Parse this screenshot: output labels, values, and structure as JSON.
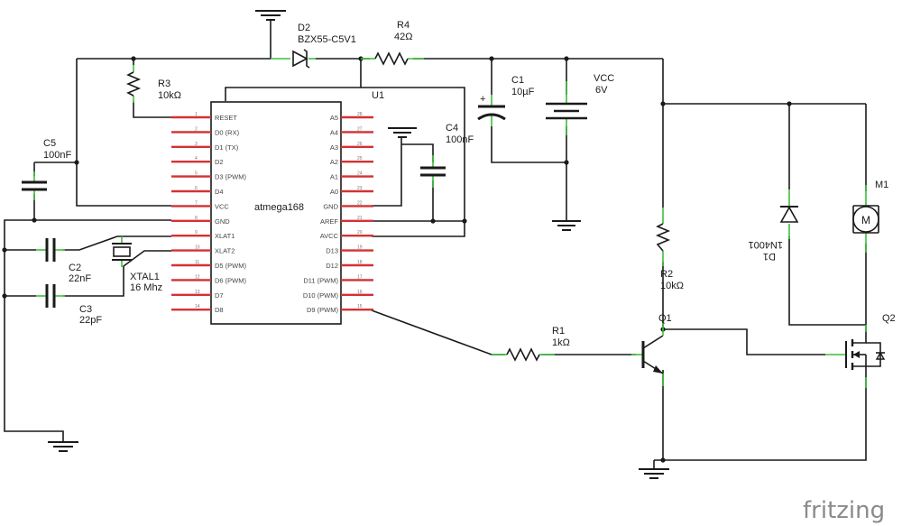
{
  "colors": {
    "wire": "#1a1a1a",
    "lead": "#3cbf3c",
    "pin": "#d23232",
    "logo": "#8a8a8a"
  },
  "components": {
    "d2": {
      "ref": "D2",
      "value": "BZX55-C5V1"
    },
    "r4": {
      "ref": "R4",
      "value": "42Ω"
    },
    "r3": {
      "ref": "R3",
      "value": "10kΩ"
    },
    "u1": {
      "ref": "U1",
      "value": "atmega168"
    },
    "c1": {
      "ref": "C1",
      "value": "10µF"
    },
    "vcc": {
      "ref": "VCC",
      "value": "6V"
    },
    "c4": {
      "ref": "C4",
      "value": "100nF"
    },
    "c5": {
      "ref": "C5",
      "value": "100nF"
    },
    "c2": {
      "ref": "C2",
      "value": "22nF"
    },
    "c3": {
      "ref": "C3",
      "value": "22pF"
    },
    "xtal1": {
      "ref": "XTAL1",
      "value": "16 Mhz"
    },
    "r1": {
      "ref": "R1",
      "value": "1kΩ"
    },
    "r2": {
      "ref": "R2",
      "value": "10kΩ"
    },
    "q1": {
      "ref": "Q1"
    },
    "q2": {
      "ref": "Q2"
    },
    "m1": {
      "ref": "M1",
      "symbol": "M"
    },
    "d1": {
      "ref": "D1",
      "value": "1N4001"
    }
  },
  "chip": {
    "left_pins": [
      {
        "num": "1",
        "name": "RESET"
      },
      {
        "num": "2",
        "name": "D0 (RX)"
      },
      {
        "num": "3",
        "name": "D1 (TX)"
      },
      {
        "num": "4",
        "name": "D2"
      },
      {
        "num": "5",
        "name": "D3 (PWM)"
      },
      {
        "num": "6",
        "name": "D4"
      },
      {
        "num": "7",
        "name": "VCC"
      },
      {
        "num": "8",
        "name": "GND"
      },
      {
        "num": "9",
        "name": "XLAT1"
      },
      {
        "num": "10",
        "name": "XLAT2"
      },
      {
        "num": "11",
        "name": "D5 (PWM)"
      },
      {
        "num": "12",
        "name": "D6 (PWM)"
      },
      {
        "num": "13",
        "name": "D7"
      },
      {
        "num": "14",
        "name": "D8"
      }
    ],
    "right_pins": [
      {
        "num": "28",
        "name": "A5"
      },
      {
        "num": "27",
        "name": "A4"
      },
      {
        "num": "26",
        "name": "A3"
      },
      {
        "num": "25",
        "name": "A2"
      },
      {
        "num": "24",
        "name": "A1"
      },
      {
        "num": "23",
        "name": "A0"
      },
      {
        "num": "22",
        "name": "GND"
      },
      {
        "num": "21",
        "name": "AREF"
      },
      {
        "num": "20",
        "name": "AVCC"
      },
      {
        "num": "19",
        "name": "D13"
      },
      {
        "num": "18",
        "name": "D12"
      },
      {
        "num": "17",
        "name": "D11 (PWM)"
      },
      {
        "num": "16",
        "name": "D10 (PWM)"
      },
      {
        "num": "15",
        "name": "D9 (PWM)"
      }
    ]
  },
  "brand": {
    "logo": "fritzing"
  }
}
